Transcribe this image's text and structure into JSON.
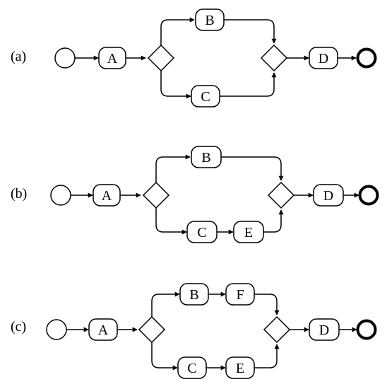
{
  "diagrams": [
    {
      "label": "(a)",
      "tasks": {
        "a": "A",
        "upper1": "B",
        "lower1": "C",
        "end": "D"
      }
    },
    {
      "label": "(b)",
      "tasks": {
        "a": "A",
        "upper1": "B",
        "lower1": "C",
        "lower2": "E",
        "end": "D"
      }
    },
    {
      "label": "(c)",
      "tasks": {
        "a": "A",
        "upper1": "B",
        "upper2": "F",
        "lower1": "C",
        "lower2": "E",
        "end": "D"
      }
    }
  ]
}
